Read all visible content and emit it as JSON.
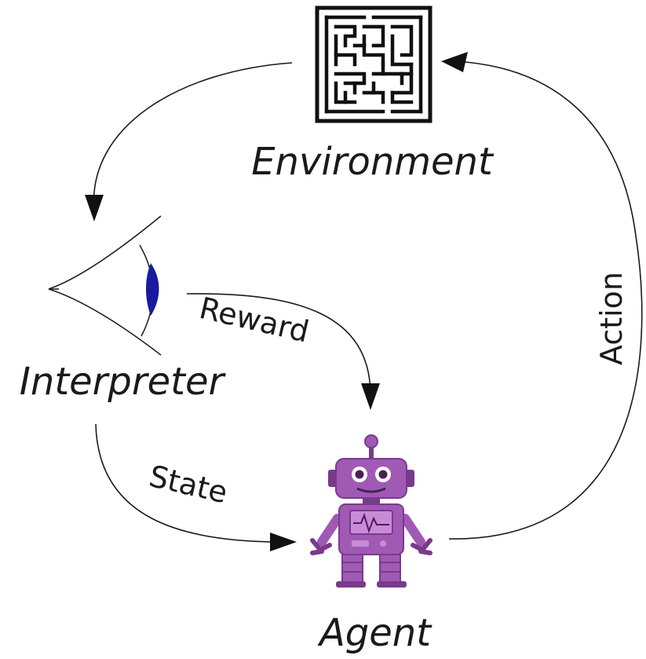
{
  "nodes": {
    "environment": {
      "label": "Environment",
      "icon": "maze-icon"
    },
    "interpreter": {
      "label": "Interpreter",
      "icon": "eye-icon"
    },
    "agent": {
      "label": "Agent",
      "icon": "robot-icon"
    }
  },
  "edges": {
    "action": {
      "label": "Action",
      "from": "agent",
      "to": "environment"
    },
    "reward": {
      "label": "Reward",
      "from": "interpreter",
      "to": "agent"
    },
    "state": {
      "label": "State",
      "from": "interpreter",
      "to": "agent"
    },
    "observation": {
      "label": "",
      "from": "environment",
      "to": "interpreter"
    }
  },
  "colors": {
    "line": "#1a1a1a",
    "maze": "#111111",
    "eye_iris": "#1a1a9e",
    "robot_body": "#a05ab4",
    "robot_dark": "#7a3a8c",
    "robot_light": "#c98ad8"
  }
}
